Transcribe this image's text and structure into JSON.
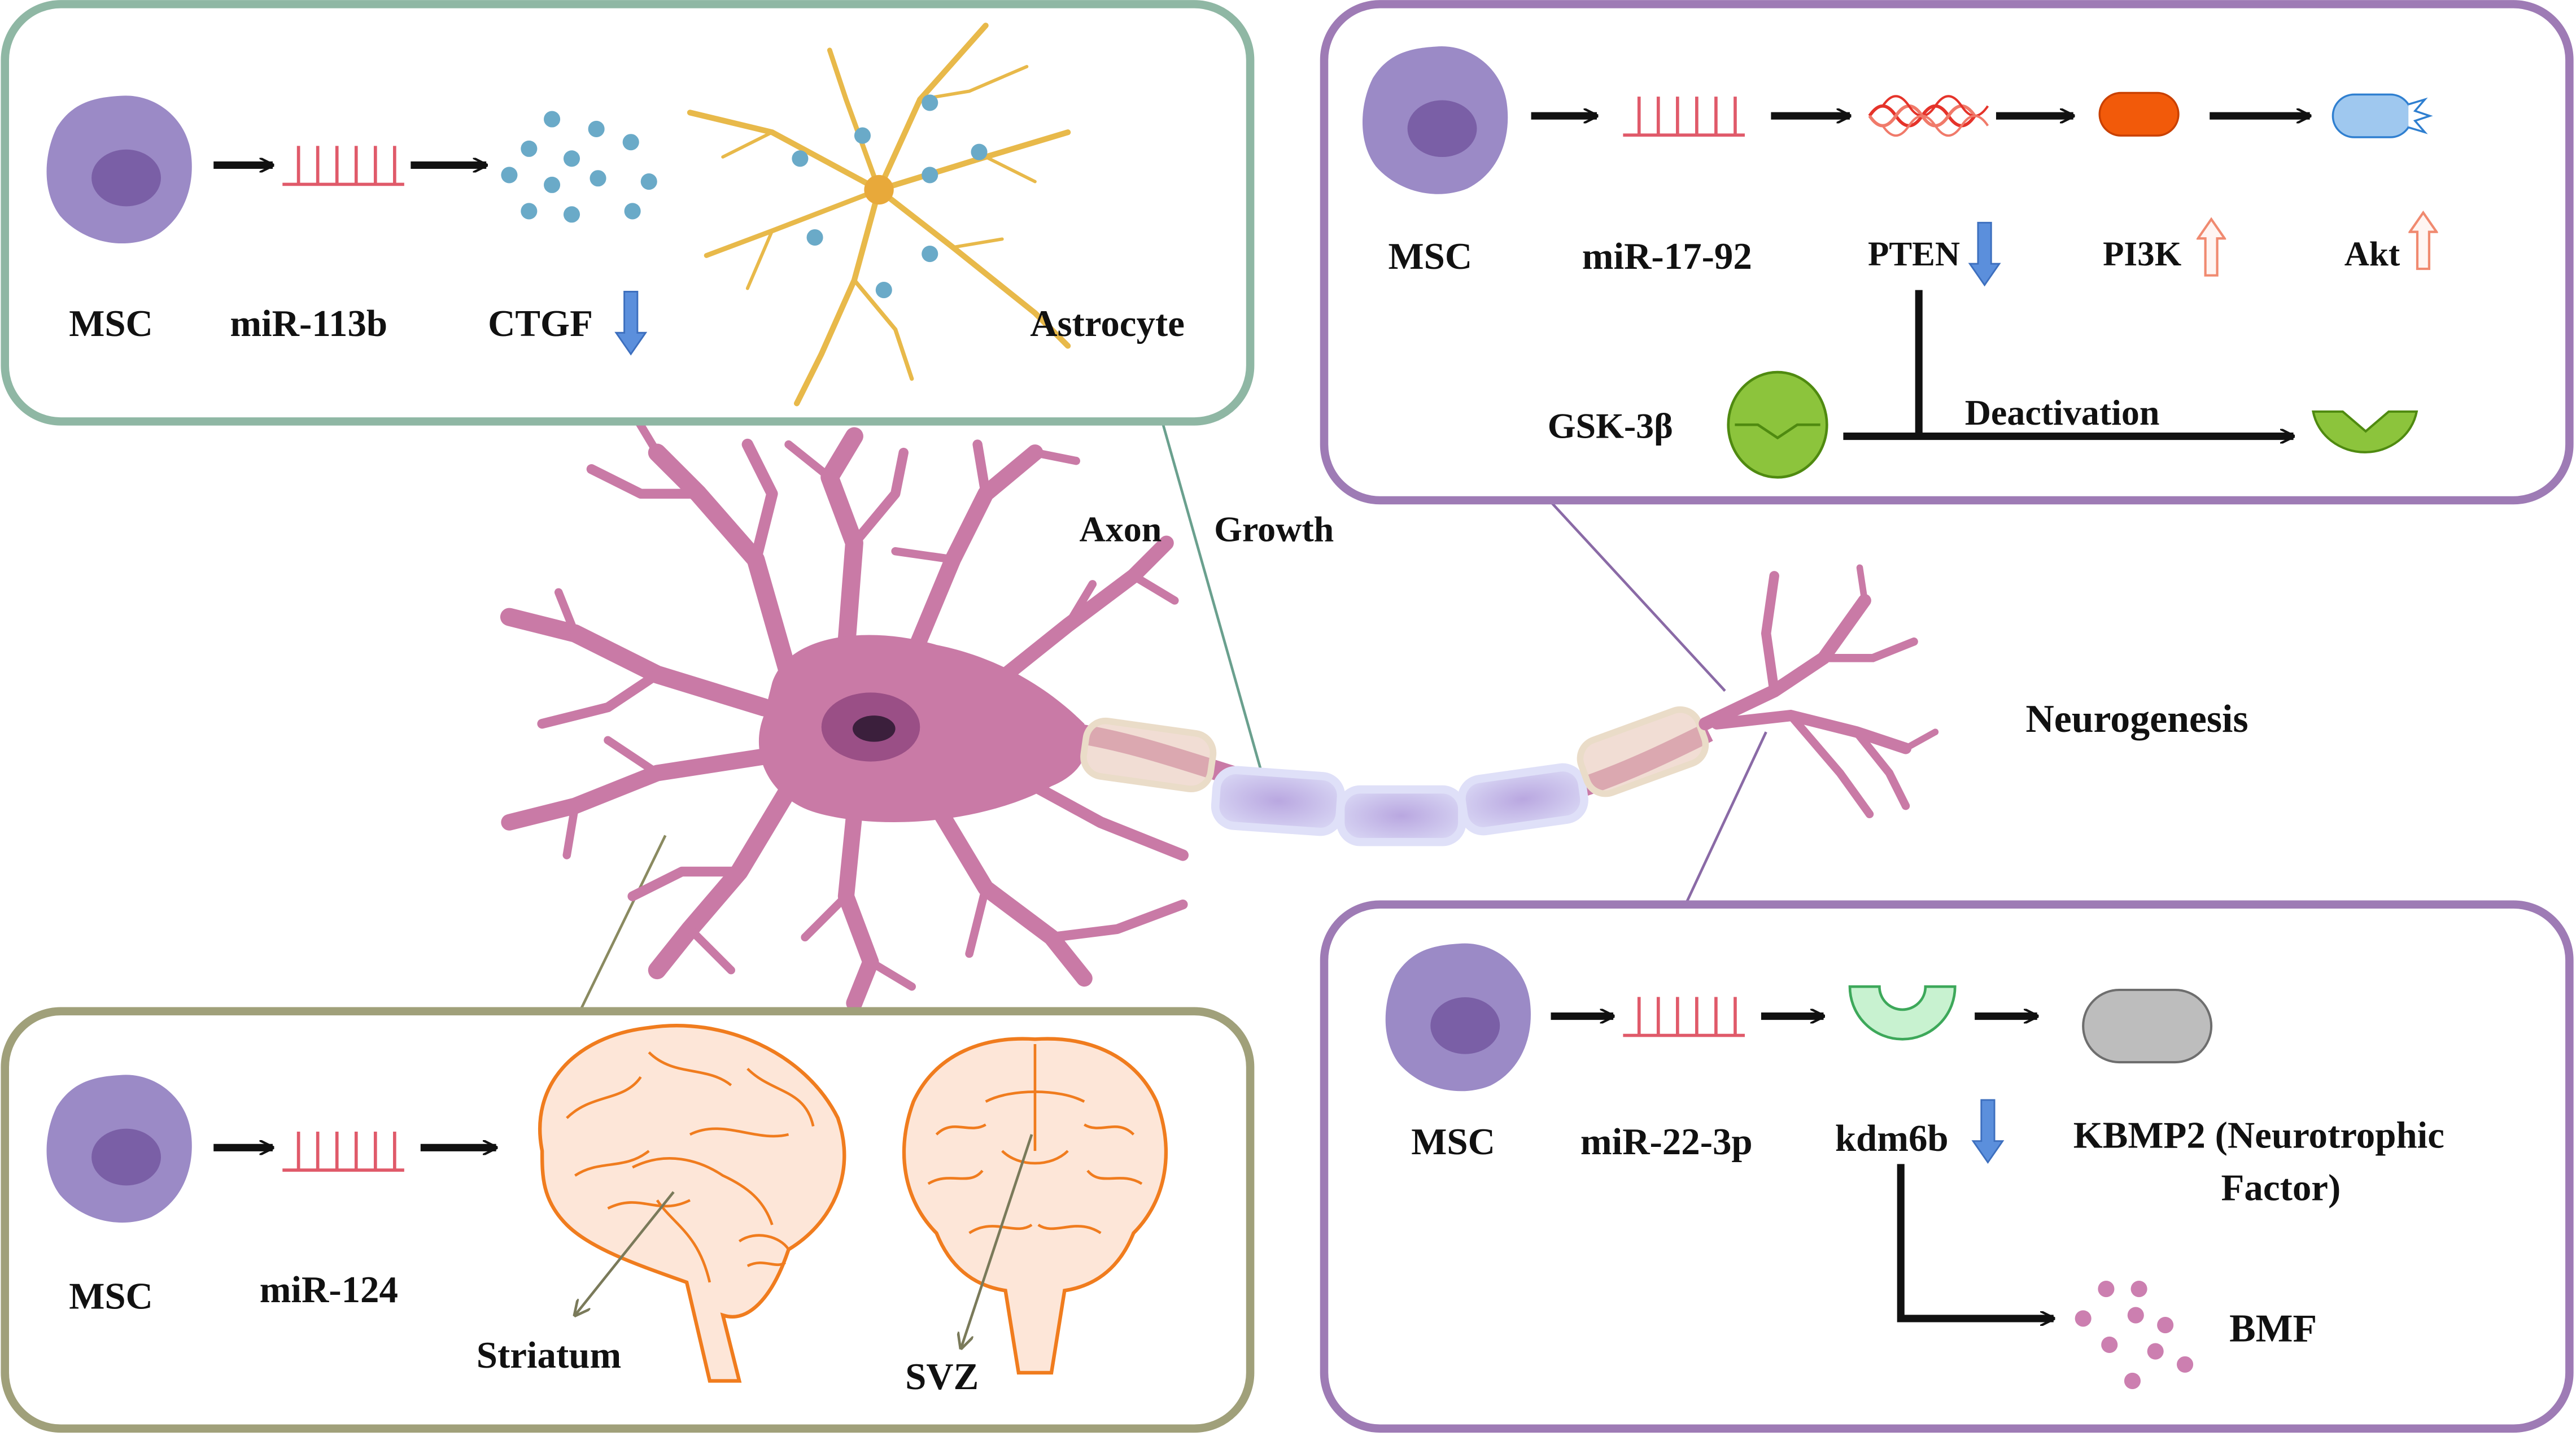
{
  "center": {
    "axon_label": "Axon",
    "growth_label": "Growth",
    "neurogenesis_label": "Neurogenesis"
  },
  "panel_top_left": {
    "cell": "MSC",
    "mirna": "miR-113b",
    "target": "CTGF",
    "target_change": "down",
    "cell_type": "Astrocyte"
  },
  "panel_top_right": {
    "cell": "MSC",
    "mirna": "miR-17-92",
    "pten": "PTEN",
    "pten_change": "down",
    "pi3k": "PI3K",
    "pi3k_change": "up",
    "akt": "Akt",
    "akt_change": "up",
    "gsk": "GSK-3β",
    "deactivation": "Deactivation"
  },
  "panel_bottom_left": {
    "cell": "MSC",
    "mirna": "miR-124",
    "region1": "Striatum",
    "region2": "SVZ"
  },
  "panel_bottom_right": {
    "cell": "MSC",
    "mirna": "miR-22-3p",
    "target": "kdm6b",
    "target_change": "down",
    "product_line1": "KBMP2 (Neurotrophic",
    "product_line2": "Factor)",
    "bmf": "BMF"
  },
  "colors": {
    "msc_cell": "#9b8ac6",
    "msc_nucleus": "#7a5fa6",
    "mirna": "#e05a6a",
    "neuron": "#c97aa6",
    "astrocyte": "#e8b94a",
    "dots_blue": "#6aaac8",
    "dots_pink": "#cc7fb0",
    "down_arrow": "#5b8fdc",
    "up_arrow": "#f4a08a",
    "brain": "#f07c1e",
    "pten_wave": "#e5332a",
    "pi3k": "#f25a0a",
    "akt": "#9fc8ef",
    "gsk": "#8cc43c",
    "kdm6b": "#c8f2d0",
    "kbmp2": "#bdbdbd",
    "panel_green": "#8fb7a4",
    "panel_purple": "#9e7bb5",
    "panel_olive": "#a0a07a"
  }
}
